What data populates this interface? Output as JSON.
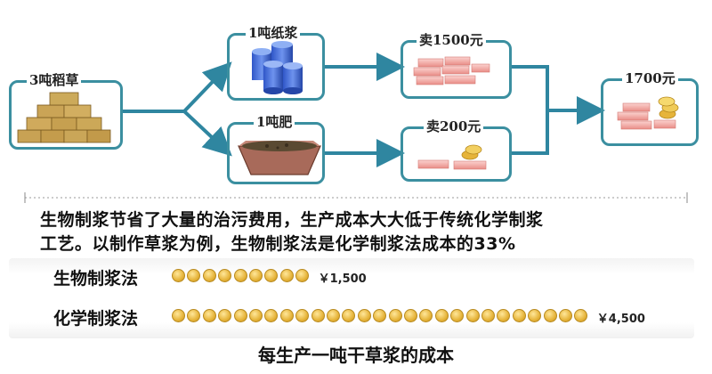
{
  "diagram": {
    "source": "3吨稻草",
    "product_paper": "1吨纸浆",
    "product_fertilizer": "1吨肥",
    "sell_paper": "卖1500元",
    "sell_fertilizer": "卖200元",
    "total": "1700元"
  },
  "description": {
    "line1": "生物制浆节省了大量的治污费用，生产成本大大低于传统化学制浆",
    "line2": "工艺。以制作草浆为例，生物制浆法是化学制浆法成本的33%"
  },
  "comparison": {
    "caption": "每生产一吨干草浆的成本",
    "rows": [
      {
        "label": "生物制浆法",
        "price": "￥1,500",
        "coins": 9
      },
      {
        "label": "化学制浆法",
        "price": "￥4,500",
        "coins": 27
      }
    ]
  },
  "colors": {
    "frame": "#3b8fa0",
    "arrow": "#2f86a0",
    "coin": "#e6b43a"
  },
  "icons": [
    "straw-bales-icon",
    "paper-pulp-barrels-icon",
    "fertilizer-tray-icon",
    "money-bars-icon",
    "gold-coin-icon"
  ]
}
